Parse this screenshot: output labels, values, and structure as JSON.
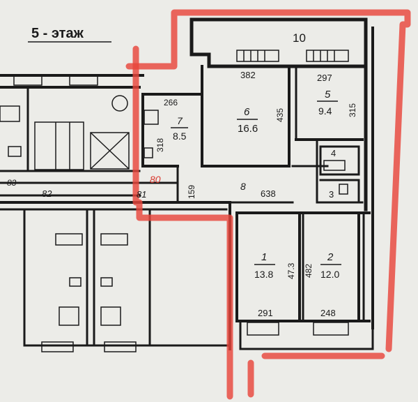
{
  "floor_title": "5 - этаж",
  "apartment_number": "10",
  "rooms": [
    {
      "id": "1",
      "area": "13.8"
    },
    {
      "id": "2",
      "area": "12.0"
    },
    {
      "id": "3",
      "area": ""
    },
    {
      "id": "4",
      "area": ""
    },
    {
      "id": "5",
      "area": "9.4"
    },
    {
      "id": "6",
      "area": "16.6"
    },
    {
      "id": "7",
      "area": "8.5"
    },
    {
      "id": "8",
      "area": ""
    }
  ],
  "dimensions": {
    "d382": "382",
    "d297": "297",
    "d266": "266",
    "d435": "435",
    "d315": "315",
    "d318": "318",
    "d159": "159",
    "d638": "638",
    "d473": "47.3",
    "d482": "482",
    "d291": "291",
    "d248": "248",
    "d80": "80",
    "d81": "81",
    "d82": "82",
    "d83": "83"
  },
  "colors": {
    "highlight": "#e8453c",
    "ink": "#1a1a1a",
    "paper": "#ecece8"
  }
}
